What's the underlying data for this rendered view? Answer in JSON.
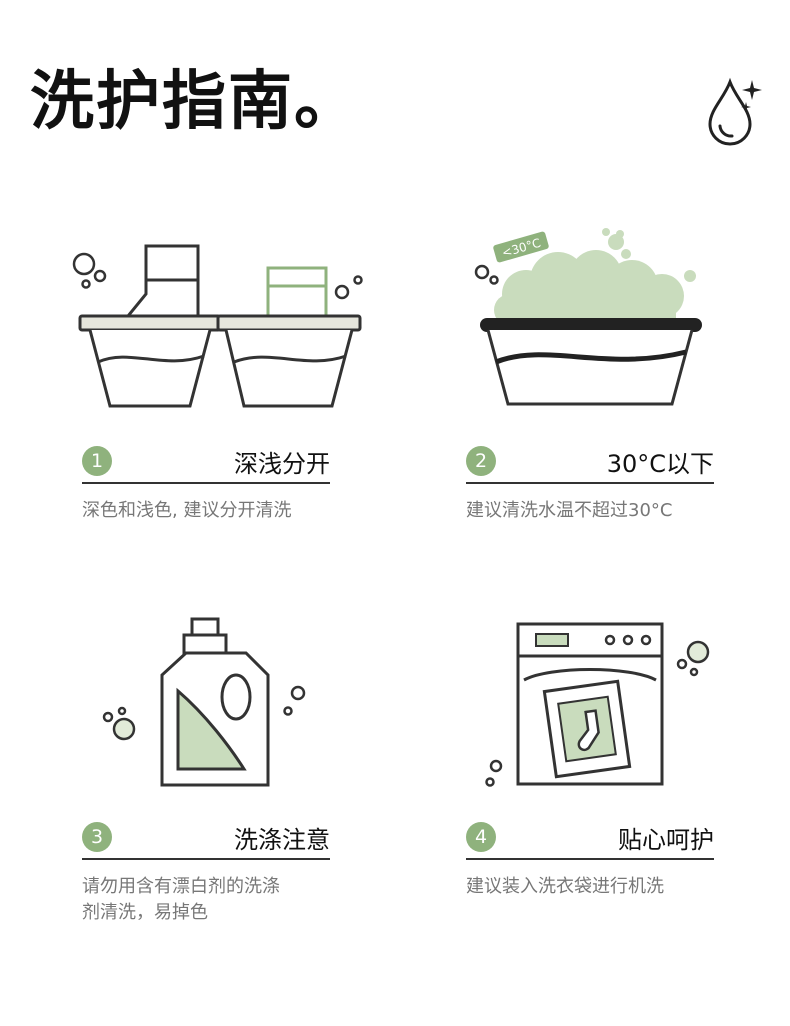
{
  "page": {
    "title": "洗护指南。",
    "accent_color": "#8fb27d",
    "header_icon": "water-drop-sparkle-icon"
  },
  "steps": [
    {
      "number": "1",
      "title": "深浅分开",
      "description": "深色和浅色, 建议分开清洗",
      "icon": "two-basins-clothes-icon"
    },
    {
      "number": "2",
      "title": "30°C以下",
      "description": "建议清洗水温不超过30°C",
      "icon": "basin-foam-icon",
      "badge": "<30°C"
    },
    {
      "number": "3",
      "title": "洗涤注意",
      "description": "请勿用含有漂白剂的洗涤",
      "description2": "剂清洗，易掉色",
      "icon": "detergent-bottle-icon"
    },
    {
      "number": "4",
      "title": "贴心呵护",
      "description": "建议装入洗衣袋进行机洗",
      "icon": "washing-machine-bag-icon"
    }
  ]
}
